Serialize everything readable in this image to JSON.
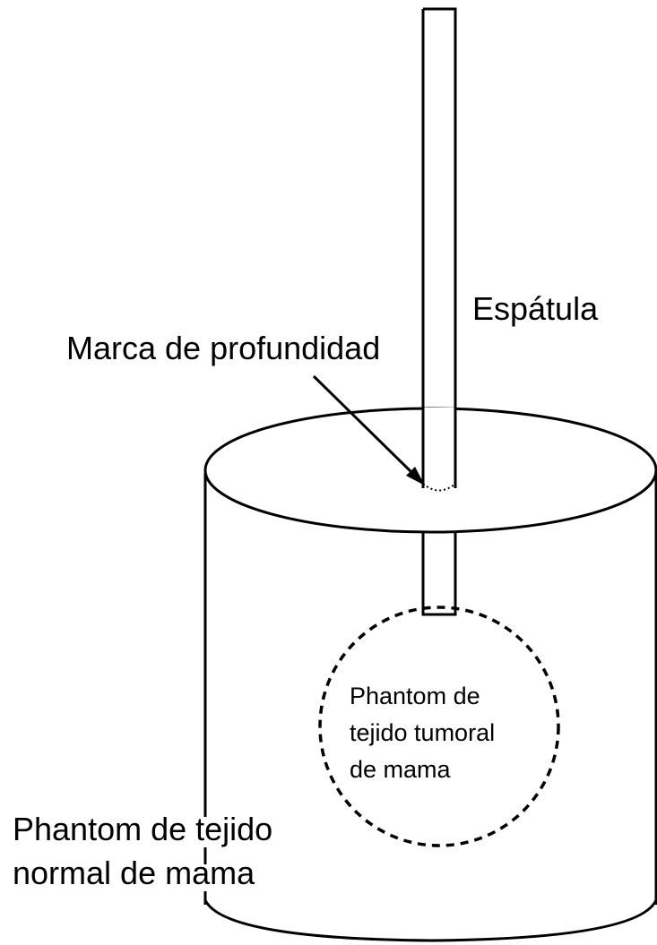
{
  "labels": {
    "spatula": "Espátula",
    "depth_mark": "Marca de profundidad",
    "tumor_phantom": [
      "Phantom de",
      "tejido tumoral",
      "de mama"
    ],
    "normal_phantom": [
      "Phantom de tejido",
      "normal de mama"
    ]
  },
  "colors": {
    "stroke": "#000000",
    "background": "#ffffff"
  }
}
